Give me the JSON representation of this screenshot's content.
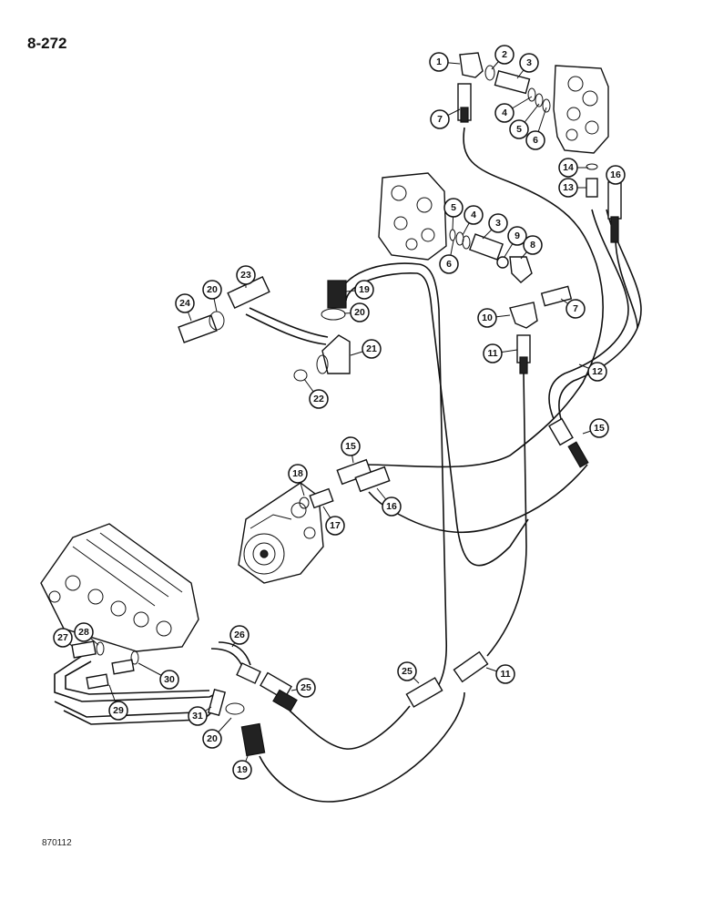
{
  "page": {
    "number": "8-272",
    "figure_code": "870112"
  },
  "callouts": [
    {
      "label": "1"
    },
    {
      "label": "2"
    },
    {
      "label": "3"
    },
    {
      "label": "4"
    },
    {
      "label": "5"
    },
    {
      "label": "6"
    },
    {
      "label": "7"
    },
    {
      "label": "14"
    },
    {
      "label": "13"
    },
    {
      "label": "16"
    },
    {
      "label": "5"
    },
    {
      "label": "4"
    },
    {
      "label": "3"
    },
    {
      "label": "9"
    },
    {
      "label": "8"
    },
    {
      "label": "6"
    },
    {
      "label": "10"
    },
    {
      "label": "7"
    },
    {
      "label": "11"
    },
    {
      "label": "12"
    },
    {
      "label": "23"
    },
    {
      "label": "19"
    },
    {
      "label": "20"
    },
    {
      "label": "24"
    },
    {
      "label": "20"
    },
    {
      "label": "21"
    },
    {
      "label": "22"
    },
    {
      "label": "15"
    },
    {
      "label": "18"
    },
    {
      "label": "17"
    },
    {
      "label": "16"
    },
    {
      "label": "15"
    },
    {
      "label": "26"
    },
    {
      "label": "27"
    },
    {
      "label": "28"
    },
    {
      "label": "25"
    },
    {
      "label": "25"
    },
    {
      "label": "11"
    },
    {
      "label": "30"
    },
    {
      "label": "29"
    },
    {
      "label": "31"
    },
    {
      "label": "20"
    },
    {
      "label": "19"
    }
  ]
}
